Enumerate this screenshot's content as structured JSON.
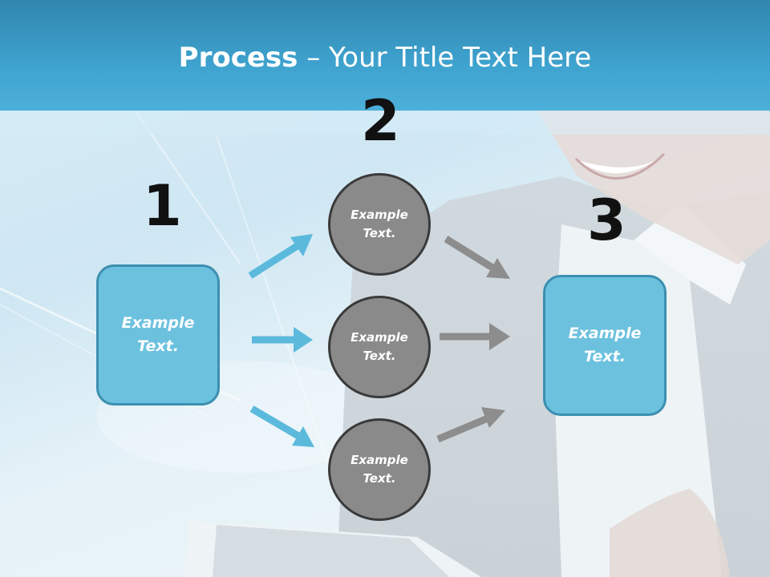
{
  "header": {
    "title_bold": "Process",
    "title_sep": " – ",
    "title_rest": "Your Title Text Here"
  },
  "steps": {
    "one": "1",
    "two": "2",
    "three": "3"
  },
  "left_box": {
    "label_line1": "Example",
    "label_line2": "Text."
  },
  "right_box": {
    "label_line1": "Example",
    "label_line2": "Text."
  },
  "circles": [
    {
      "line1": "Example",
      "line2": "Text."
    },
    {
      "line1": "Example",
      "line2": "Text."
    },
    {
      "line1": "Example",
      "line2": "Text."
    }
  ],
  "colors": {
    "header": "#3fa3cf",
    "box_fill": "#6cc1df",
    "box_border": "#3c8fb0",
    "circle_fill": "#8a8a8a",
    "circle_border": "#3a3a3a",
    "arrow_blue": "#5bb9dc",
    "arrow_gray": "#8d8d8d"
  }
}
